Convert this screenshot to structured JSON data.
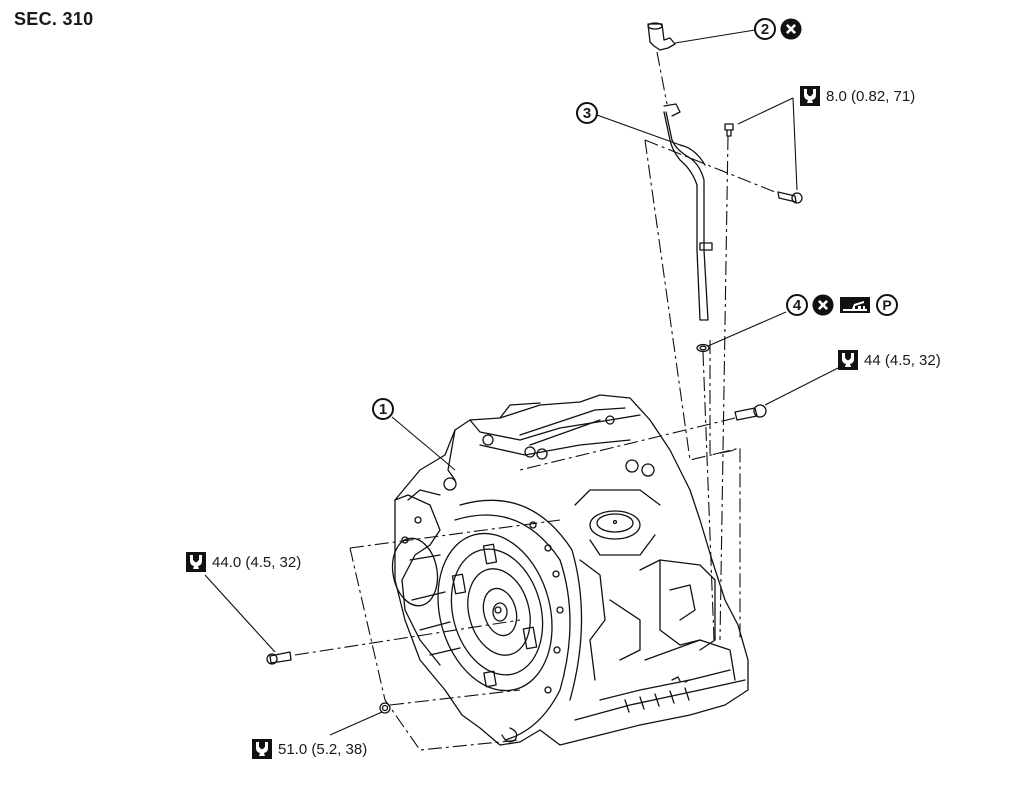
{
  "section": "SEC. 310",
  "callouts": [
    {
      "id": "1",
      "label": "1",
      "part": "transaxle-assembly"
    },
    {
      "id": "2",
      "label": "2",
      "part": "cap",
      "symbols": [
        "do-not-reuse-icon"
      ]
    },
    {
      "id": "3",
      "label": "3",
      "part": "fluid-charging-pipe"
    },
    {
      "id": "4",
      "label": "4",
      "part": "o-ring",
      "symbols": [
        "do-not-reuse-icon",
        "fluid-icon",
        "petroleum-jelly-icon"
      ]
    }
  ],
  "torques": [
    {
      "value": "8.0 (0.82, 71)",
      "icon": "torque-wrench-icon"
    },
    {
      "value": "44 (4.5, 32)",
      "icon": "torque-wrench-icon"
    },
    {
      "value": "44.0 (4.5, 32)",
      "icon": "torque-wrench-icon"
    },
    {
      "value": "51.0 (5.2, 38)",
      "icon": "torque-wrench-icon"
    }
  ],
  "symbols": {
    "petroleum_jelly": "P"
  }
}
